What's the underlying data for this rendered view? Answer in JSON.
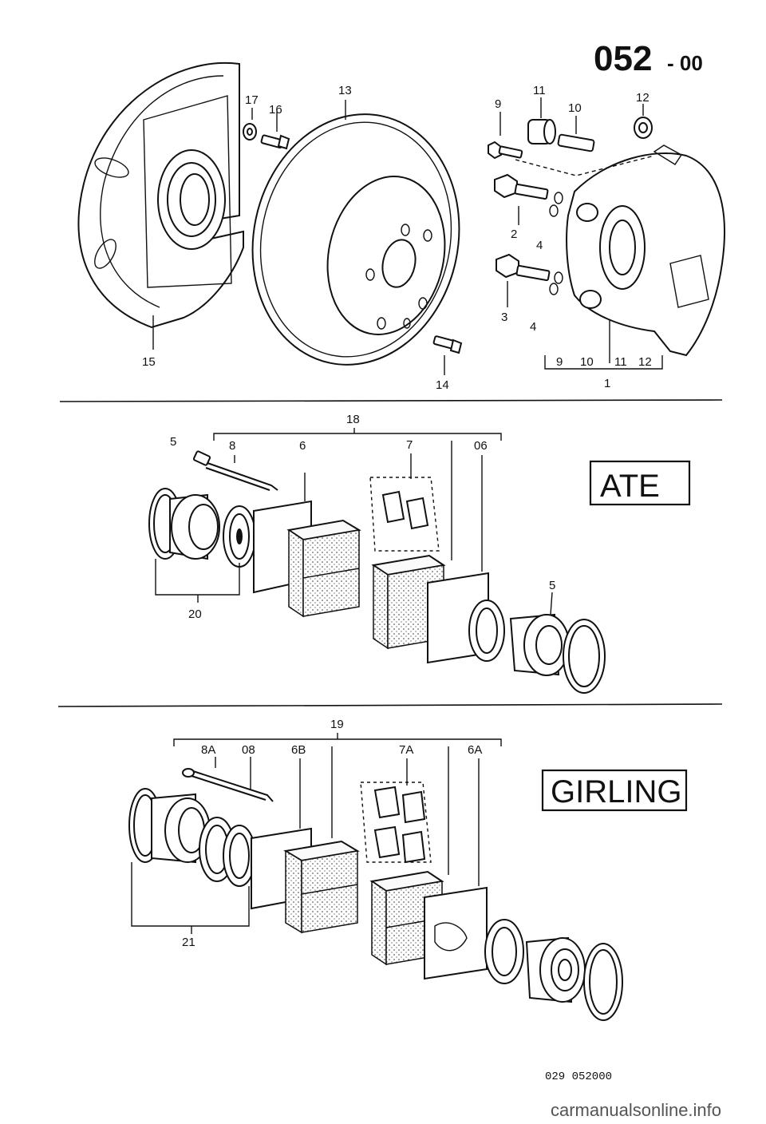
{
  "header": {
    "page_code": "052",
    "page_suffix": "- 00"
  },
  "section_top": {
    "labels": {
      "l1": "1",
      "l2": "2",
      "l3": "3",
      "l4a": "4",
      "l4b": "4",
      "l9": "9",
      "l10": "10",
      "l11": "11",
      "l12": "12",
      "l13": "13",
      "l14": "14",
      "l15": "15",
      "l16": "16",
      "l17": "17",
      "g9": "9",
      "g10": "10",
      "g11": "11",
      "g12": "12"
    }
  },
  "section_ate": {
    "brand": "ATE",
    "labels": {
      "l18": "18",
      "l5a": "5",
      "l8": "8",
      "l6": "6",
      "l7": "7",
      "l06": "06",
      "l5b": "5",
      "l20": "20"
    }
  },
  "section_girling": {
    "brand": "GIRLING",
    "labels": {
      "l19": "19",
      "l8A": "8A",
      "l08": "08",
      "l6B": "6B",
      "l7A": "7A",
      "l6A": "6A",
      "l21": "21"
    }
  },
  "footer": {
    "code": "029  052000",
    "watermark": "carmanualsonline.info"
  }
}
